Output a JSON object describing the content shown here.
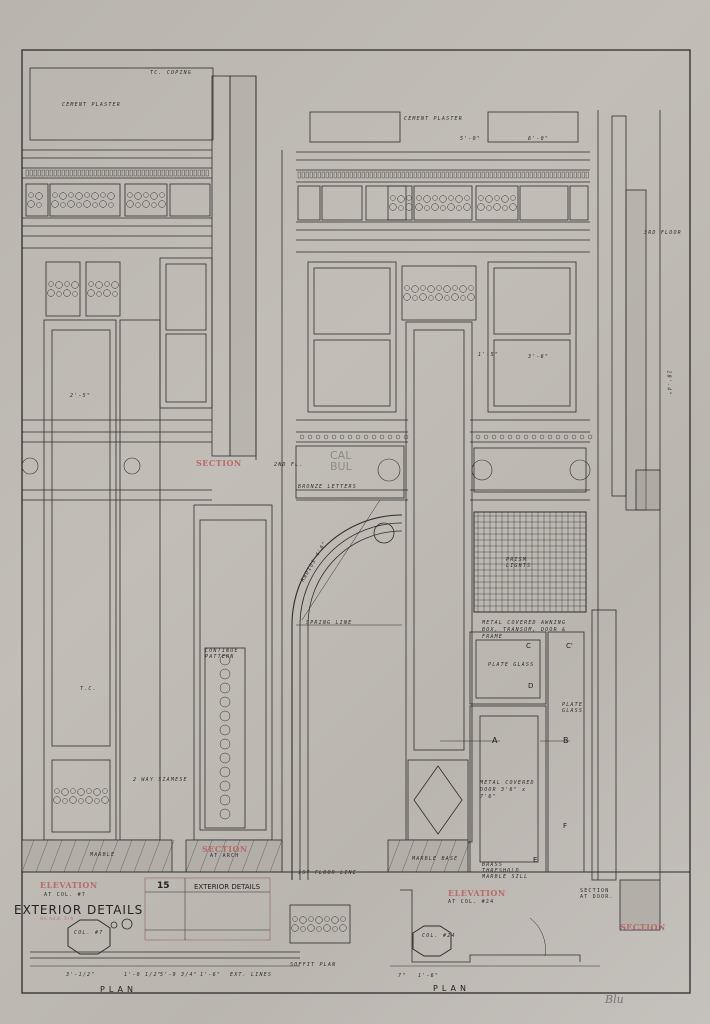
{
  "sheet": {
    "title": "EXTERIOR DETAILS",
    "sheet_number": "15",
    "title_block_heading": "EXTERIOR DETAILS",
    "scale_note": "SCALE 3/4",
    "signature": "Blu",
    "paper_color": "#bdb8b2",
    "ink_color": "#2e2e2e",
    "stamp_color": "#b56b6b"
  },
  "stamps": {
    "elevation_col7": "ELEVATION",
    "at_col7": "AT COL. #7",
    "elevation_col24": "ELEVATION",
    "at_col24": "AT COL. #24",
    "section_upper": "SECTION",
    "section_arch": "SECTION",
    "at_arch": "AT ARCH",
    "section_right": "SECTION",
    "section_at_door": "SECTION AT DOOR."
  },
  "labels": {
    "cement_plaster_left": "CEMENT PLASTER",
    "tc_coping": "TC. COPING",
    "cement_plaster_mid": "CEMENT PLASTER",
    "third_floor": "3RD FLOOR",
    "second_fl": "2ND FL.",
    "bronze_letters": "BRONZE LETTERS",
    "cal_bul": "CAL BUL",
    "prism_lights": "PRISM LIGHTS",
    "spring_line": "SPRING LINE",
    "radius": "RADIUS 4'6\"",
    "metal_awning": "METAL COVERED AWNING BOX, TRANSOM, DOOR & FRAME",
    "plate_glass_1": "PLATE GLASS",
    "plate_glass_2": "PLATE GLASS",
    "metal_door": "METAL COVERED DOOR 3'6\" x 7'6\"",
    "brass_threshold": "BRASS THRESHOLD MARBLE SILL",
    "marble_base": "MARBLE BASE",
    "marble": "MARBLE",
    "tc": "T.C.",
    "siamese": "2 WAY SIAMESE",
    "continue_pattern": "CONTINUE PATTERN",
    "first_floor_line": "1ST FLOOR LINE",
    "soffit_plan": "SOFFIT PLAN",
    "plan_left": "PLAN",
    "plan_right": "PLAN",
    "col7": "COL. #7",
    "col24": "COL. #24",
    "ext_lines": "EXT. LINES",
    "marker_a": "A",
    "marker_b": "B",
    "marker_c": "C",
    "marker_c2": "C'",
    "marker_d": "D",
    "marker_e": "E",
    "marker_f": "F"
  },
  "dimensions": {
    "d1": "5'-0\"",
    "d2": "6'-0\"",
    "d3": "2'-5\"",
    "d4": "3'-6\"",
    "d5": "1'-5\"",
    "d6": "3'-1/2\"",
    "d7": "7\"",
    "d8": "1'-6\"",
    "d9": "1'-0 1/2\"",
    "d10": "5'-9 3/4\"",
    "d11": "1'-6\"",
    "d12": "18'-4\""
  }
}
